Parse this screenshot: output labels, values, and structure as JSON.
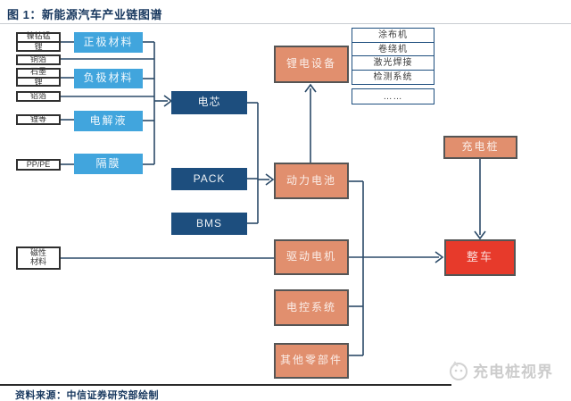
{
  "title": "图 1：新能源汽车产业链图谱",
  "source": "资料来源：中信证券研究部绘制",
  "watermark": "充电桩视界",
  "colors": {
    "light_blue": "#41a5dd",
    "dark_blue": "#1d4e7e",
    "salmon": "#e18f6e",
    "red": "#e73a2b",
    "connector": "#2b4a68",
    "heading_text": "#17375e",
    "watermark_gray": "#cccccc"
  },
  "nodes": {
    "ni_co_mn": {
      "line1": "镍钴锰",
      "line2": "锂"
    },
    "cu_foil": {
      "label": "铜箔"
    },
    "graphite": {
      "line1": "石墨",
      "line2": "锂"
    },
    "al_foil": {
      "label": "铝箔"
    },
    "li_salt": {
      "label": "锂等"
    },
    "pp_pe": {
      "label": "PP/PE"
    },
    "magnetic": {
      "line1": "磁性",
      "line2": "材料"
    },
    "cathode": {
      "label": "正极材料"
    },
    "anode": {
      "label": "负极材料"
    },
    "electrolyte": {
      "label": "电解液"
    },
    "separator": {
      "label": "隔膜"
    },
    "cell": {
      "label": "电芯"
    },
    "pack": {
      "label": "PACK"
    },
    "bms": {
      "label": "BMS"
    },
    "li_equipment": {
      "label": "锂电设备"
    },
    "power_battery": {
      "label": "动力电池"
    },
    "drive_motor": {
      "label": "驱动电机"
    },
    "control_system": {
      "label": "电控系统"
    },
    "other_parts": {
      "label": "其他零部件"
    },
    "charging_pile": {
      "label": "充电桩"
    },
    "vehicle": {
      "label": "整车"
    }
  },
  "equipment_list": [
    "涂布机",
    "卷绕机",
    "激光焊接",
    "检测系统",
    "……"
  ]
}
